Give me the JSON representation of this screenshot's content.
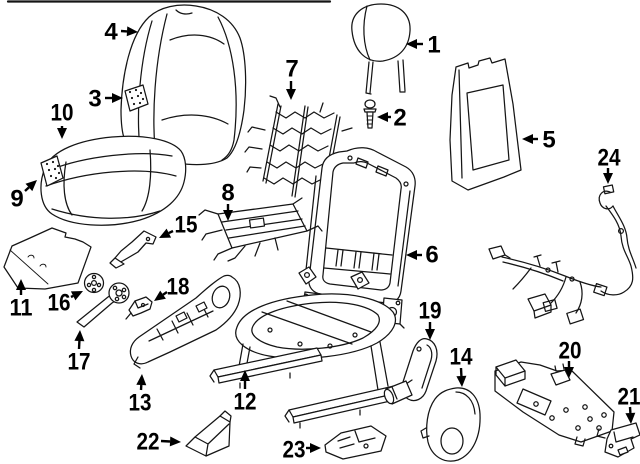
{
  "diagram": {
    "kind": "exploded-parts-diagram",
    "subject": "front seat components",
    "ink_color": "#151515",
    "background_color": "#ffffff",
    "callouts": [
      {
        "number": "1",
        "text": [
          434,
          44
        ],
        "line": [
          423,
          44,
          406,
          44
        ]
      },
      {
        "number": "2",
        "text": [
          400,
          117
        ],
        "line": [
          391,
          117,
          377,
          117
        ]
      },
      {
        "number": "3",
        "text": [
          95,
          98
        ],
        "line": [
          105,
          98,
          123,
          98
        ]
      },
      {
        "number": "4",
        "text": [
          111,
          31
        ],
        "line": [
          121,
          31,
          138,
          32
        ]
      },
      {
        "number": "5",
        "text": [
          549,
          139
        ],
        "line": [
          538,
          139,
          522,
          139
        ]
      },
      {
        "number": "6",
        "text": [
          432,
          254
        ],
        "line": [
          422,
          255,
          406,
          255
        ]
      },
      {
        "number": "7",
        "text": [
          292,
          68
        ],
        "line": [
          291,
          81,
          291,
          100
        ]
      },
      {
        "number": "8",
        "text": [
          228,
          192
        ],
        "line": [
          228,
          204,
          228,
          221
        ]
      },
      {
        "number": "9",
        "text": [
          17,
          198
        ],
        "line": [
          25,
          191,
          37,
          180
        ]
      },
      {
        "number": "10",
        "text": [
          62,
          112
        ],
        "line": [
          62,
          126,
          62,
          139
        ]
      },
      {
        "number": "11",
        "text": [
          21,
          307
        ],
        "line": [
          21,
          295,
          21,
          279
        ]
      },
      {
        "number": "12",
        "text": [
          245,
          401
        ],
        "line": [
          245,
          389,
          245,
          370
        ]
      },
      {
        "number": "13",
        "text": [
          140,
          402
        ],
        "line": [
          141,
          390,
          142,
          374
        ]
      },
      {
        "number": "14",
        "text": [
          461,
          356
        ],
        "line": [
          461,
          368,
          462,
          387
        ]
      },
      {
        "number": "15",
        "text": [
          186,
          224
        ],
        "line": [
          173,
          231,
          159,
          238
        ]
      },
      {
        "number": "16",
        "text": [
          59,
          302
        ],
        "line": [
          71,
          297,
          83,
          291
        ]
      },
      {
        "number": "17",
        "text": [
          79,
          361
        ],
        "line": [
          79,
          349,
          80,
          330
        ]
      },
      {
        "number": "18",
        "text": [
          178,
          286
        ],
        "line": [
          167,
          292,
          154,
          301
        ]
      },
      {
        "number": "19",
        "text": [
          430,
          310
        ],
        "line": [
          430,
          322,
          430,
          340
        ]
      },
      {
        "number": "20",
        "text": [
          570,
          350
        ],
        "line": [
          569,
          361,
          569,
          378
        ]
      },
      {
        "number": "21",
        "text": [
          629,
          396
        ],
        "line": [
          630,
          407,
          631,
          424
        ]
      },
      {
        "number": "22",
        "text": [
          148,
          441
        ],
        "line": [
          161,
          441,
          181,
          442
        ]
      },
      {
        "number": "23",
        "text": [
          294,
          449
        ],
        "line": [
          306,
          448,
          321,
          448
        ]
      },
      {
        "number": "24",
        "text": [
          609,
          157
        ],
        "line": [
          608,
          168,
          608,
          184
        ]
      }
    ]
  }
}
